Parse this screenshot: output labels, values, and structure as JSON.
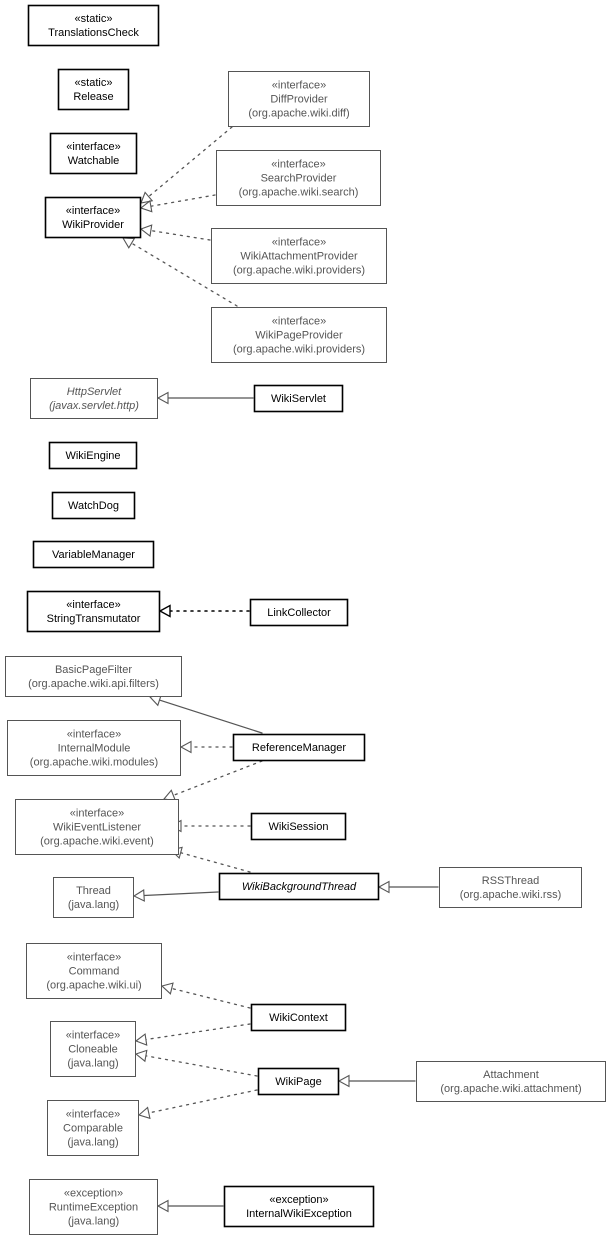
{
  "diagram": {
    "nodes": [
      {
        "id": "translationscheck",
        "lines": [
          "«static»",
          "TranslationsCheck"
        ],
        "style": "local"
      },
      {
        "id": "release",
        "lines": [
          "«static»",
          "Release"
        ],
        "style": "local"
      },
      {
        "id": "watchable",
        "lines": [
          "«interface»",
          "Watchable"
        ],
        "style": "local"
      },
      {
        "id": "wikiprovider",
        "lines": [
          "«interface»",
          "WikiProvider"
        ],
        "style": "local"
      },
      {
        "id": "diffprovider",
        "lines": [
          "«interface»",
          "DiffProvider",
          "(org.apache.wiki.diff)"
        ],
        "style": "external"
      },
      {
        "id": "searchprovider",
        "lines": [
          "«interface»",
          "SearchProvider",
          "(org.apache.wiki.search)"
        ],
        "style": "external"
      },
      {
        "id": "wikiattachmentprovider",
        "lines": [
          "«interface»",
          "WikiAttachmentProvider",
          "(org.apache.wiki.providers)"
        ],
        "style": "external"
      },
      {
        "id": "wikipageprovider",
        "lines": [
          "«interface»",
          "WikiPageProvider",
          "(org.apache.wiki.providers)"
        ],
        "style": "external"
      },
      {
        "id": "httpservlet",
        "lines": [
          "HttpServlet",
          "(javax.servlet.http)"
        ],
        "style": "external",
        "italic": true
      },
      {
        "id": "wikiservlet",
        "lines": [
          "WikiServlet"
        ],
        "style": "local"
      },
      {
        "id": "wikiengine",
        "lines": [
          "WikiEngine"
        ],
        "style": "local"
      },
      {
        "id": "watchdog",
        "lines": [
          "WatchDog"
        ],
        "style": "local"
      },
      {
        "id": "variablemanager",
        "lines": [
          "VariableManager"
        ],
        "style": "local"
      },
      {
        "id": "stringtransmutator",
        "lines": [
          "«interface»",
          "StringTransmutator"
        ],
        "style": "local"
      },
      {
        "id": "linkcollector",
        "lines": [
          "LinkCollector"
        ],
        "style": "local"
      },
      {
        "id": "basicpagefilter",
        "lines": [
          "BasicPageFilter",
          "(org.apache.wiki.api.filters)"
        ],
        "style": "external"
      },
      {
        "id": "internalmodule",
        "lines": [
          "«interface»",
          "InternalModule",
          "(org.apache.wiki.modules)"
        ],
        "style": "external"
      },
      {
        "id": "referencemanager",
        "lines": [
          "ReferenceManager"
        ],
        "style": "local"
      },
      {
        "id": "wikieventlistener",
        "lines": [
          "«interface»",
          "WikiEventListener",
          "(org.apache.wiki.event)"
        ],
        "style": "external"
      },
      {
        "id": "wikisession",
        "lines": [
          "WikiSession"
        ],
        "style": "local"
      },
      {
        "id": "thread",
        "lines": [
          "Thread",
          "(java.lang)"
        ],
        "style": "external"
      },
      {
        "id": "wikibackgroundthread",
        "lines": [
          "WikiBackgroundThread"
        ],
        "style": "local",
        "italic": true
      },
      {
        "id": "rssthread",
        "lines": [
          "RSSThread",
          "(org.apache.wiki.rss)"
        ],
        "style": "external"
      },
      {
        "id": "command",
        "lines": [
          "«interface»",
          "Command",
          "(org.apache.wiki.ui)"
        ],
        "style": "external"
      },
      {
        "id": "wikicontext",
        "lines": [
          "WikiContext"
        ],
        "style": "local"
      },
      {
        "id": "cloneable",
        "lines": [
          "«interface»",
          "Cloneable",
          "(java.lang)"
        ],
        "style": "external"
      },
      {
        "id": "wikipage",
        "lines": [
          "WikiPage"
        ],
        "style": "local"
      },
      {
        "id": "attachment",
        "lines": [
          "Attachment",
          "(org.apache.wiki.attachment)"
        ],
        "style": "external"
      },
      {
        "id": "comparable",
        "lines": [
          "«interface»",
          "Comparable",
          "(java.lang)"
        ],
        "style": "external"
      },
      {
        "id": "runtimeexception",
        "lines": [
          "«exception»",
          "RuntimeException",
          "(java.lang)"
        ],
        "style": "external"
      },
      {
        "id": "internalwikiexception",
        "lines": [
          "«exception»",
          "InternalWikiException"
        ],
        "style": "local"
      }
    ],
    "edges": [
      {
        "from": "diffprovider",
        "to": "wikiprovider",
        "kind": "realization"
      },
      {
        "from": "searchprovider",
        "to": "wikiprovider",
        "kind": "realization"
      },
      {
        "from": "wikiattachmentprovider",
        "to": "wikiprovider",
        "kind": "realization"
      },
      {
        "from": "wikipageprovider",
        "to": "wikiprovider",
        "kind": "realization"
      },
      {
        "from": "wikiservlet",
        "to": "httpservlet",
        "kind": "generalization"
      },
      {
        "from": "linkcollector",
        "to": "stringtransmutator",
        "kind": "realization"
      },
      {
        "from": "referencemanager",
        "to": "basicpagefilter",
        "kind": "generalization"
      },
      {
        "from": "referencemanager",
        "to": "internalmodule",
        "kind": "realization"
      },
      {
        "from": "referencemanager",
        "to": "wikieventlistener",
        "kind": "realization"
      },
      {
        "from": "wikisession",
        "to": "wikieventlistener",
        "kind": "realization"
      },
      {
        "from": "wikibackgroundthread",
        "to": "wikieventlistener",
        "kind": "realization"
      },
      {
        "from": "wikibackgroundthread",
        "to": "thread",
        "kind": "generalization"
      },
      {
        "from": "rssthread",
        "to": "wikibackgroundthread",
        "kind": "generalization"
      },
      {
        "from": "wikicontext",
        "to": "command",
        "kind": "realization"
      },
      {
        "from": "wikicontext",
        "to": "cloneable",
        "kind": "realization"
      },
      {
        "from": "wikipage",
        "to": "cloneable",
        "kind": "realization"
      },
      {
        "from": "wikipage",
        "to": "comparable",
        "kind": "realization"
      },
      {
        "from": "attachment",
        "to": "wikipage",
        "kind": "generalization"
      },
      {
        "from": "internalwikiexception",
        "to": "runtimeexception",
        "kind": "generalization"
      }
    ],
    "colors": {
      "local_border": "#000000",
      "local_text": "#000000",
      "external_border": "#555555",
      "external_text": "#555555",
      "edge_local": "#000000",
      "edge_external": "#555555",
      "background": "#ffffff"
    }
  }
}
